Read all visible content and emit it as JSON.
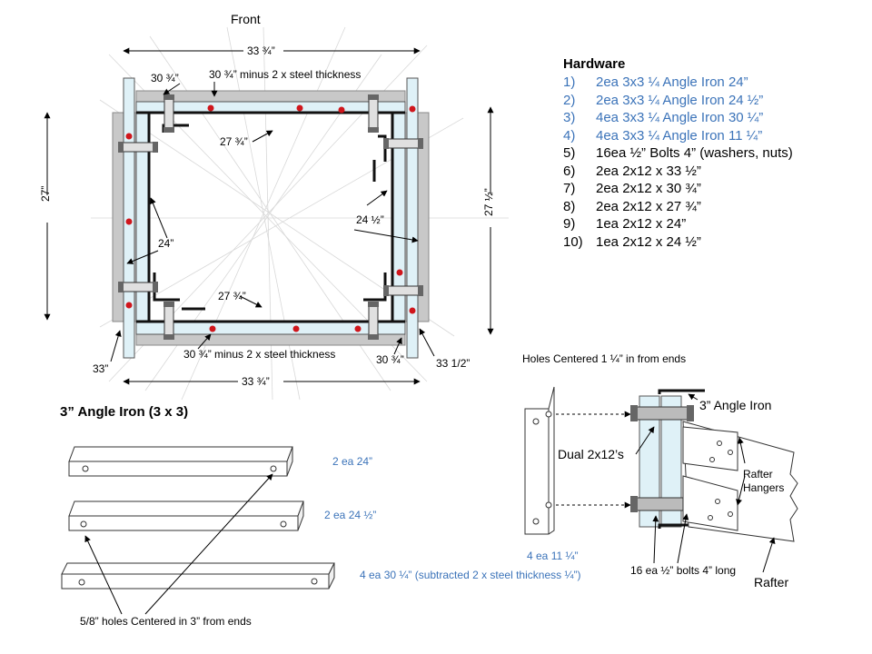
{
  "front_view": {
    "title": "Front",
    "dim_top": "33 ¾”",
    "dim_bottom": "33 ¾”",
    "dim_left": "27”",
    "dim_right": "27 ½”",
    "top_board_small": "30 ¾”",
    "top_board_minus": "30 ¾” minus 2 x steel thickness",
    "inner_top": "27 ¾”",
    "inner_bottom": "27 ¾”",
    "inner_right": "24 ½”",
    "inner_left": "24”",
    "bottom_left": "33”",
    "bottom_minus": "30 ¾” minus 2 x steel thickness",
    "bottom_right_small": "30 ¾”",
    "bottom_right": "33 1/2”"
  },
  "hardware": {
    "title": "Hardware",
    "items": [
      {
        "num": "1)",
        "text": "2ea 3x3 ¼ Angle Iron 24”",
        "highlight": true
      },
      {
        "num": "2)",
        "text": "2ea 3x3 ¼ Angle Iron 24 ½”",
        "highlight": true
      },
      {
        "num": "3)",
        "text": "4ea 3x3 ¼ Angle Iron 30 ¼”",
        "highlight": true
      },
      {
        "num": "4)",
        "text": "4ea 3x3 ¼ Angle Iron 11 ¼”",
        "highlight": true
      },
      {
        "num": "5)",
        "text": "16ea ½” Bolts 4” (washers, nuts)",
        "highlight": false
      },
      {
        "num": "6)",
        "text": "2ea 2x12 x 33 ½”",
        "highlight": false
      },
      {
        "num": "7)",
        "text": "2ea 2x12 x 30 ¾”",
        "highlight": false
      },
      {
        "num": "8)",
        "text": "2ea 2x12 x 27 ¾”",
        "highlight": false
      },
      {
        "num": "9)",
        "text": "1ea 2x12 x 24”",
        "highlight": false
      },
      {
        "num": "10)",
        "text": "1ea 2x12 x 24 ½”",
        "highlight": false
      }
    ]
  },
  "angle_iron": {
    "title": "3” Angle Iron (3 x 3)",
    "bar1": "2 ea 24”",
    "bar2": "2 ea 24 ½”",
    "bar3": "4 ea 30 ¼” (subtracted 2 x steel thickness ¼”)",
    "bar4": "4 ea 11 ¼”",
    "holes_note": "5/8” holes Centered in 3” from ends"
  },
  "side_view": {
    "holes_note": "Holes Centered 1 ¼” in from ends",
    "angle_iron": "3” Angle Iron",
    "dual": "Dual 2x12’s",
    "rafter_hangers_1": "Rafter",
    "rafter_hangers_2": "Hangers",
    "bolts": "16 ea ½” bolts  4” long",
    "rafter": "Rafter"
  },
  "colors": {
    "accent_blue": "#3b73b9",
    "board_gray": "#c8c8c8",
    "light_blue": "#dff1f7",
    "hole_red": "#d0161c"
  }
}
